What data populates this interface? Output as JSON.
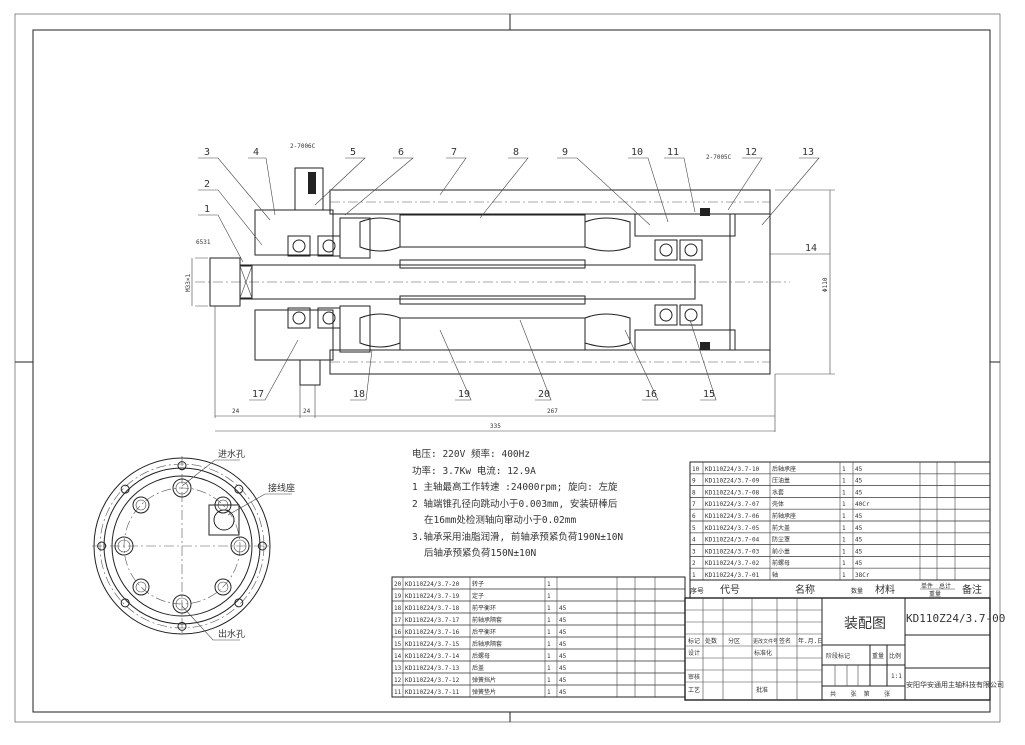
{
  "drawing": {
    "part_labels": [
      "1",
      "2",
      "3",
      "4",
      "5",
      "6",
      "7",
      "8",
      "9",
      "10",
      "11",
      "12",
      "13",
      "14",
      "15",
      "16",
      "17",
      "18",
      "19",
      "20"
    ],
    "bearing_front": "2-7006C",
    "bearing_rear": "2-7005C",
    "nut_label": "6531",
    "thread_label": "M33×1",
    "diameter_label": "Φ110",
    "dims": {
      "d1": "24",
      "d2": "24",
      "d3": "267",
      "d4": "335"
    }
  },
  "end_view": {
    "inlet": "进水孔",
    "connector": "接线座",
    "outlet": "出水孔"
  },
  "notes": [
    "电压: 220V   频率: 400Hz",
    "功率: 3.7Kw  电流: 12.9A",
    "1 主轴最高工作转速 :24000rpm; 旋向: 左旋",
    "2 轴端锥孔径向跳动小于0.003mm, 安装研棒后",
    "  在16mm处检测轴向窜动小于0.02mm",
    "3.轴承采用油脂润滑, 前轴承预紧负荷190N±10N",
    "  后轴承预紧负荷150N±10N"
  ],
  "parts_right": [
    [
      "10",
      "KD110Z24/3.7-10",
      "后轴承座",
      "1",
      "45"
    ],
    [
      "9",
      "KD110Z24/3.7-09",
      "压油盖",
      "1",
      "45"
    ],
    [
      "8",
      "KD110Z24/3.7-08",
      "水套",
      "1",
      "45"
    ],
    [
      "7",
      "KD110Z24/3.7-07",
      "壳体",
      "1",
      "40Cr"
    ],
    [
      "6",
      "KD110Z24/3.7-06",
      "前轴承座",
      "1",
      "45"
    ],
    [
      "5",
      "KD110Z24/3.7-05",
      "前大盖",
      "1",
      "45"
    ],
    [
      "4",
      "KD110Z24/3.7-04",
      "防尘罩",
      "1",
      "45"
    ],
    [
      "3",
      "KD110Z24/3.7-03",
      "前小盖",
      "1",
      "45"
    ],
    [
      "2",
      "KD110Z24/3.7-02",
      "前螺母",
      "1",
      "45"
    ],
    [
      "1",
      "KD110Z24/3.7-01",
      "轴",
      "1",
      "38Cr"
    ]
  ],
  "parts_left": [
    [
      "20",
      "KD110Z24/3.7-20",
      "转子",
      "1",
      ""
    ],
    [
      "19",
      "KD110Z24/3.7-19",
      "定子",
      "1",
      ""
    ],
    [
      "18",
      "KD110Z24/3.7-18",
      "前平衡环",
      "1",
      "45"
    ],
    [
      "17",
      "KD110Z24/3.7-17",
      "前轴承隔套",
      "1",
      "45"
    ],
    [
      "16",
      "KD110Z24/3.7-16",
      "后平衡环",
      "1",
      "45"
    ],
    [
      "15",
      "KD110Z24/3.7-15",
      "后轴承隔套",
      "1",
      "45"
    ],
    [
      "14",
      "KD110Z24/3.7-14",
      "后螺母",
      "1",
      "45"
    ],
    [
      "13",
      "KD110Z24/3.7-13",
      "后盖",
      "1",
      "45"
    ],
    [
      "12",
      "KD110Z24/3.7-12",
      "弹簧挡片",
      "1",
      "45"
    ],
    [
      "11",
      "KD110Z24/3.7-11",
      "弹簧垫片",
      "1",
      "45"
    ]
  ],
  "table_header": {
    "seq": "序号",
    "code": "代号",
    "name": "名称",
    "qty": "数量",
    "material": "材料",
    "unit": "单件",
    "total": "总计",
    "weight": "重量",
    "remark": "备注"
  },
  "title_block": {
    "title": "装配图",
    "drawing_no": "KD110Z24/3.7-00",
    "company": "安阳华安通用主轴科技有限公司",
    "scale": "1:1",
    "row_labels": [
      "标记",
      "处数",
      "分区",
      "更改文件号",
      "签名",
      "年.月.日"
    ],
    "design": "设计",
    "standard": "标准化",
    "review": "审核",
    "process": "工艺",
    "approve": "批准",
    "stage": "阶段标记",
    "weight": "重量",
    "ratio": "比例",
    "sheets": "共    张  第    张"
  }
}
